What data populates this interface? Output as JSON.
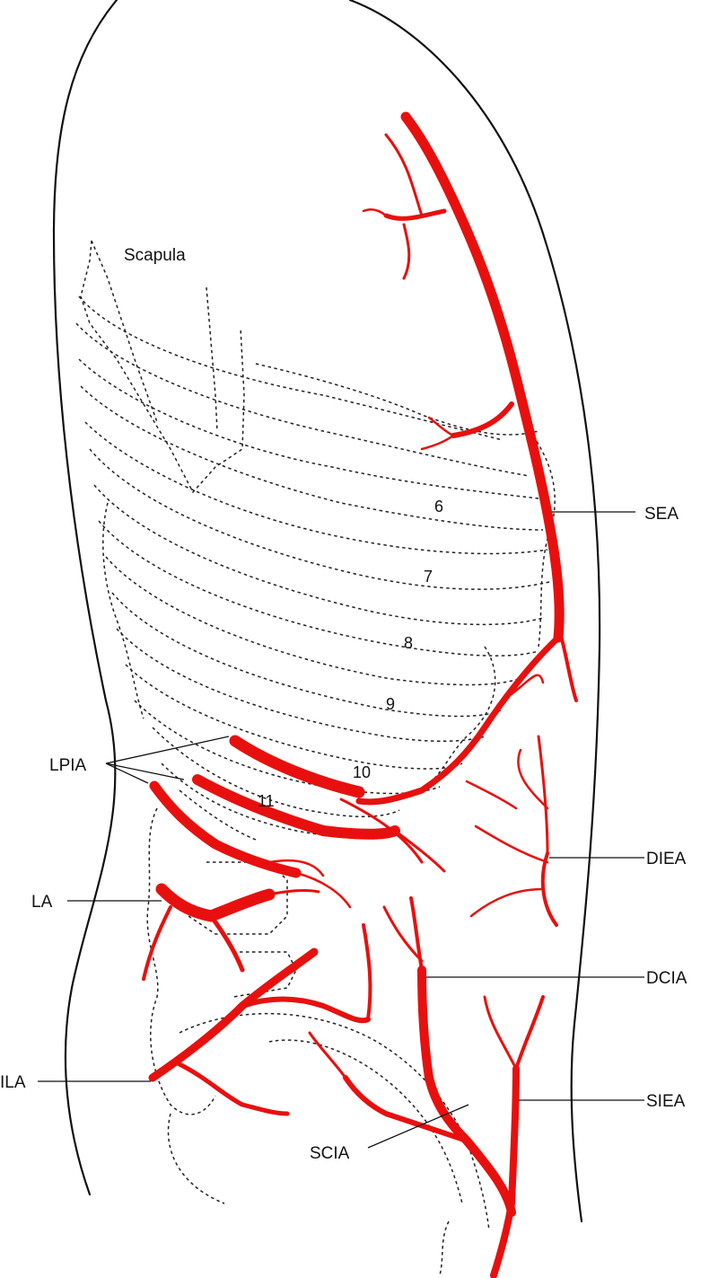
{
  "labels": {
    "scapula": "Scapula",
    "sea": "SEA",
    "lpia": "LPIA",
    "diea": "DIEA",
    "la": "LA",
    "dcia": "DCIA",
    "ila": "ILA",
    "siea": "SIEA",
    "scia": "SCIA"
  },
  "ribs": [
    "6",
    "7",
    "8",
    "9",
    "10",
    "11"
  ],
  "colors": {
    "artery": "#e8100e",
    "outline": "#111111",
    "background": "#ffffff"
  }
}
